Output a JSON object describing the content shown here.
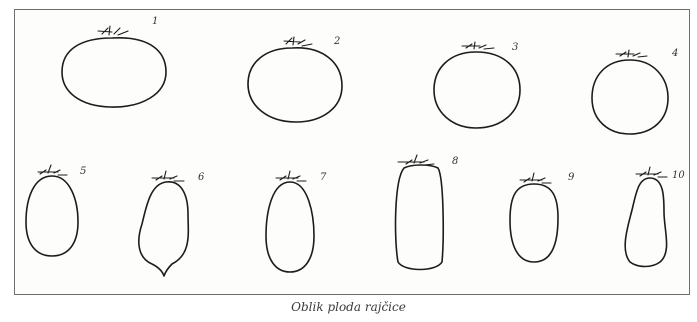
{
  "figure": {
    "caption": "Oblik ploda rajčice",
    "line_color": "#1c1c1c",
    "shapes": [
      {
        "number": "1",
        "name": "tomato-shape-1"
      },
      {
        "number": "2",
        "name": "tomato-shape-2"
      },
      {
        "number": "3",
        "name": "tomato-shape-3"
      },
      {
        "number": "4",
        "name": "tomato-shape-4"
      },
      {
        "number": "5",
        "name": "tomato-shape-5"
      },
      {
        "number": "6",
        "name": "tomato-shape-6"
      },
      {
        "number": "7",
        "name": "tomato-shape-7"
      },
      {
        "number": "8",
        "name": "tomato-shape-8"
      },
      {
        "number": "9",
        "name": "tomato-shape-9"
      },
      {
        "number": "10",
        "name": "tomato-shape-10"
      }
    ]
  }
}
